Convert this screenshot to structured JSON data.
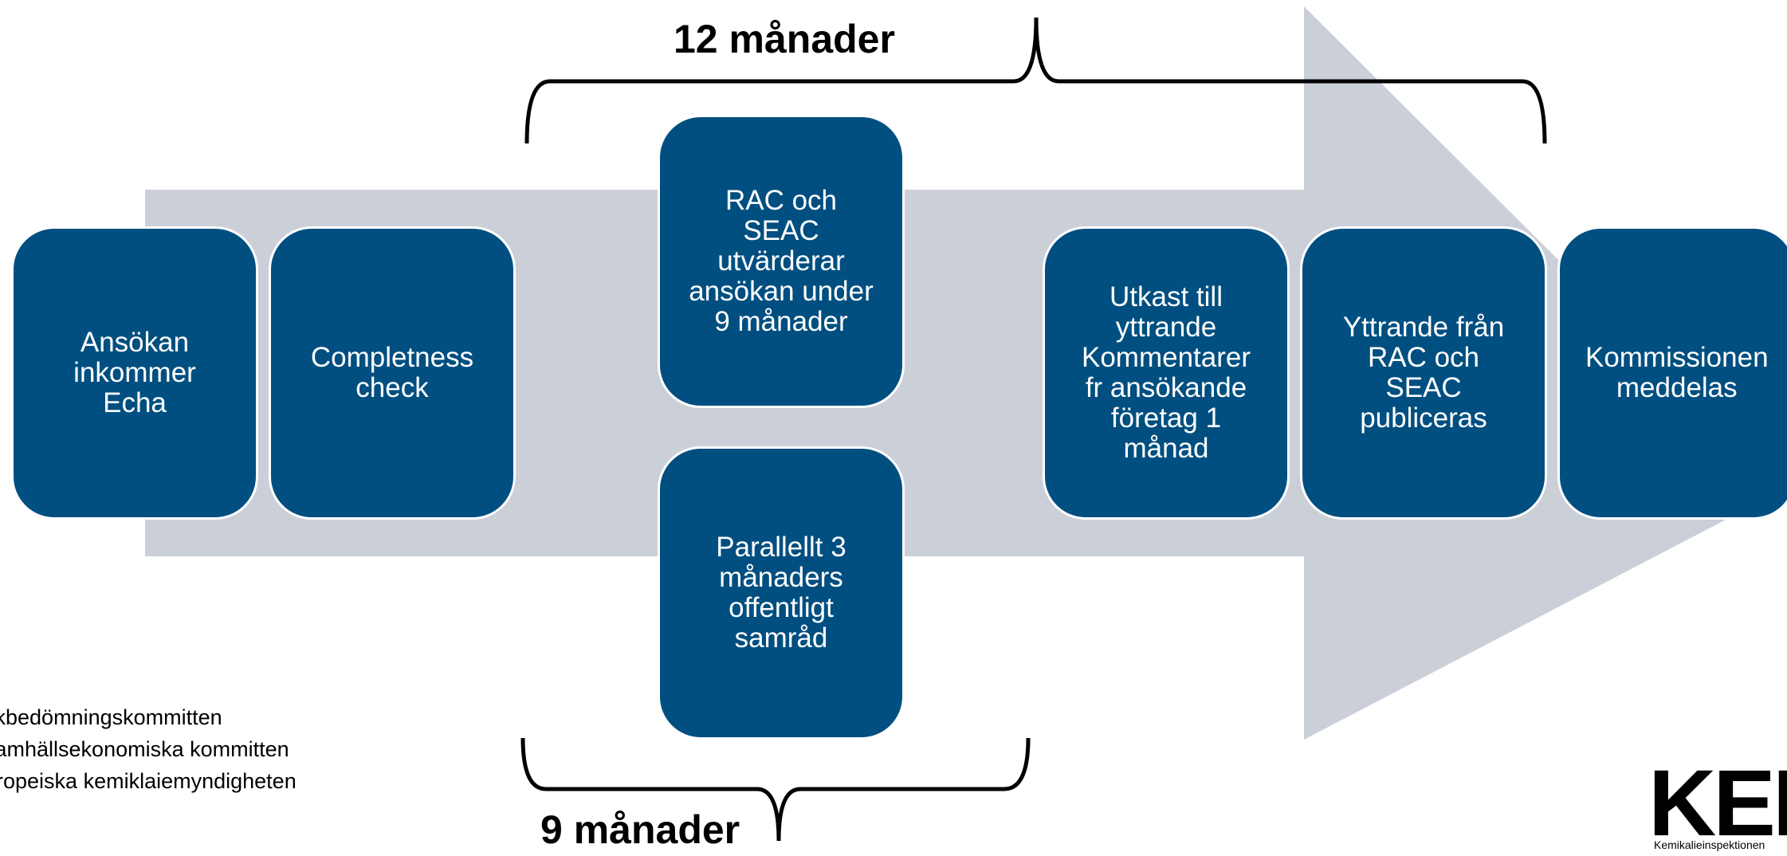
{
  "colors": {
    "box": "#004F80",
    "arrow": "#CBCFD8",
    "text_on_box": "#FFFFFF"
  },
  "boxes": [
    {
      "label": "Ansökan\ninkommer\nEcha"
    },
    {
      "label": "Completness\ncheck"
    },
    {
      "label": "RAC och\nSEAC\nutvärderar\nansökan under\n9 månader"
    },
    {
      "label": "Parallellt 3\nmånaders\noffentligt\nsamråd"
    },
    {
      "label": "Utkast till\nyttrande\nKommentarer\nfr ansökande\nföretag 1\nmånad"
    },
    {
      "label": "Yttrande från\nRAC och\nSEAC\npubliceras"
    },
    {
      "label": "Kommissionen\nmeddelas"
    }
  ],
  "braces": {
    "top_label": "12 månader",
    "bottom_label": "9 månader"
  },
  "legend": [
    "skbedömningskommitten",
    "samhällsekonomiska kommitten",
    "uropeiska kemiklaiemyndigheten"
  ],
  "logo": {
    "text": "KEM",
    "subtext": "Kemikalieinspektionen"
  }
}
